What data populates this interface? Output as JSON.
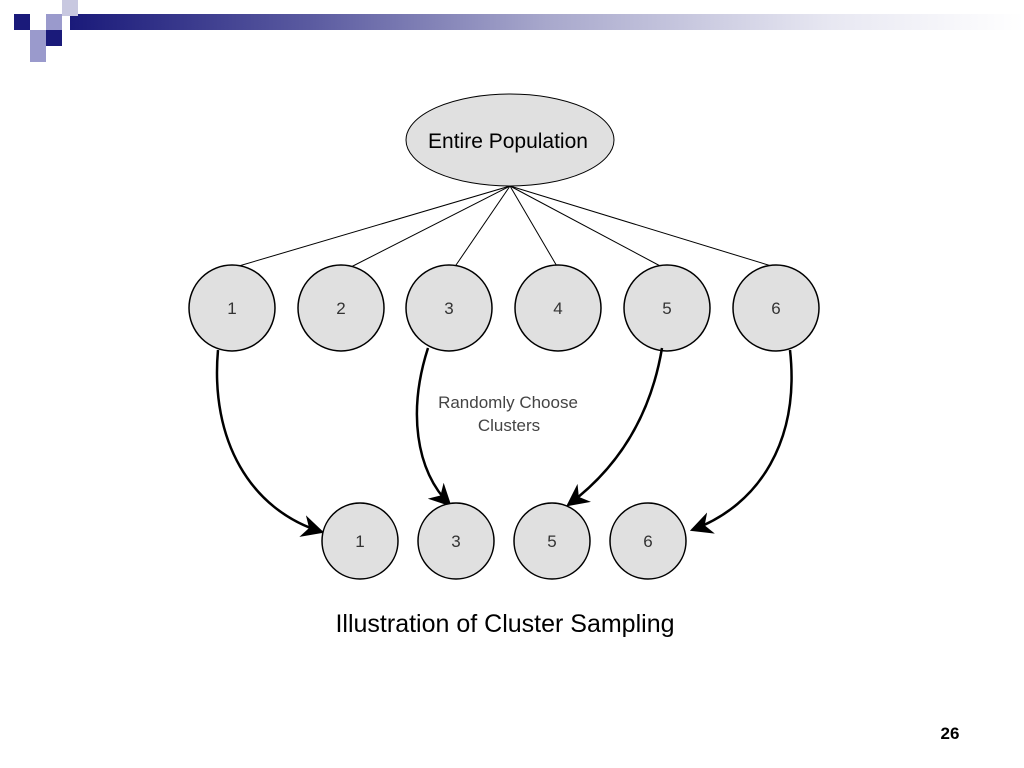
{
  "diagram": {
    "root": "Entire Population",
    "clusters": [
      "1",
      "2",
      "3",
      "4",
      "5",
      "6"
    ],
    "selection_label_line1": "Randomly Choose",
    "selection_label_line2": "Clusters",
    "selected_clusters": [
      "1",
      "3",
      "5",
      "6"
    ]
  },
  "caption": "Illustration of Cluster Sampling",
  "slide_number": "26",
  "colors": {
    "node_fill": "#e0e0e0",
    "header_navy": "#1a1a7a",
    "header_lavender": "#9a9acc"
  }
}
